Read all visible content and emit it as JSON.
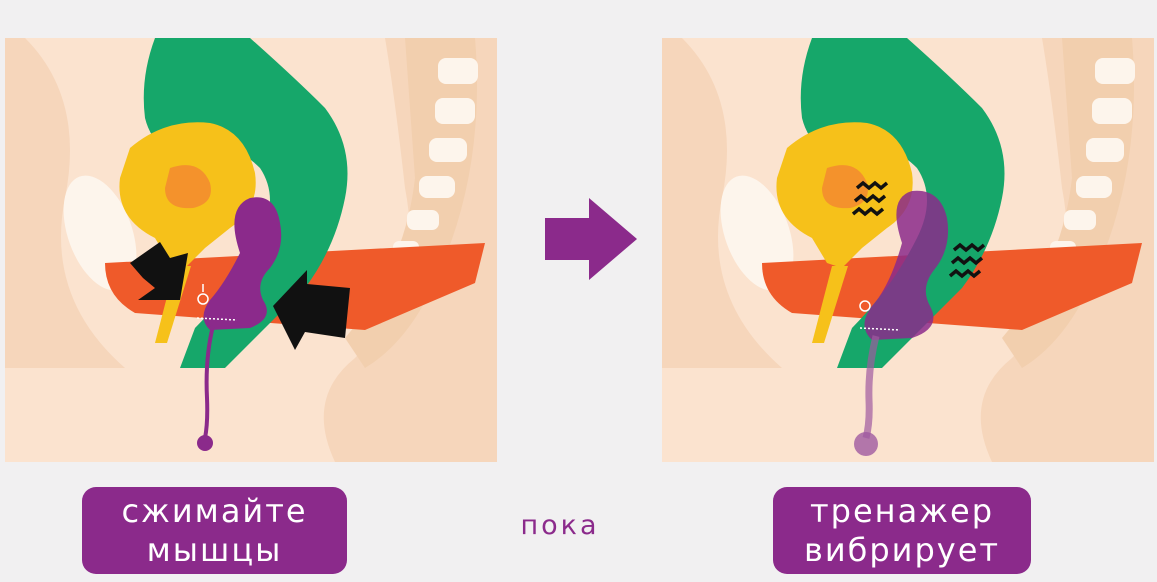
{
  "labels": {
    "left_line1": "сжимайте",
    "left_line2": "мышцы",
    "middle": "пока",
    "right_line1": "тренажер",
    "right_line2": "вибрирует"
  },
  "icons": {
    "squeeze": "black-arrow-icon",
    "transition": "purple-arrow-icon",
    "vibration": "vibration-waves-icon"
  },
  "colors": {
    "skin": "#fbe3cf",
    "skin_dark": "#f2cfae",
    "green": "#16a76a",
    "yellow": "#f6c11a",
    "orange": "#f4922c",
    "red": "#ef5a2a",
    "purple": "#8b2a8b",
    "bone": "#fdf5ec"
  }
}
